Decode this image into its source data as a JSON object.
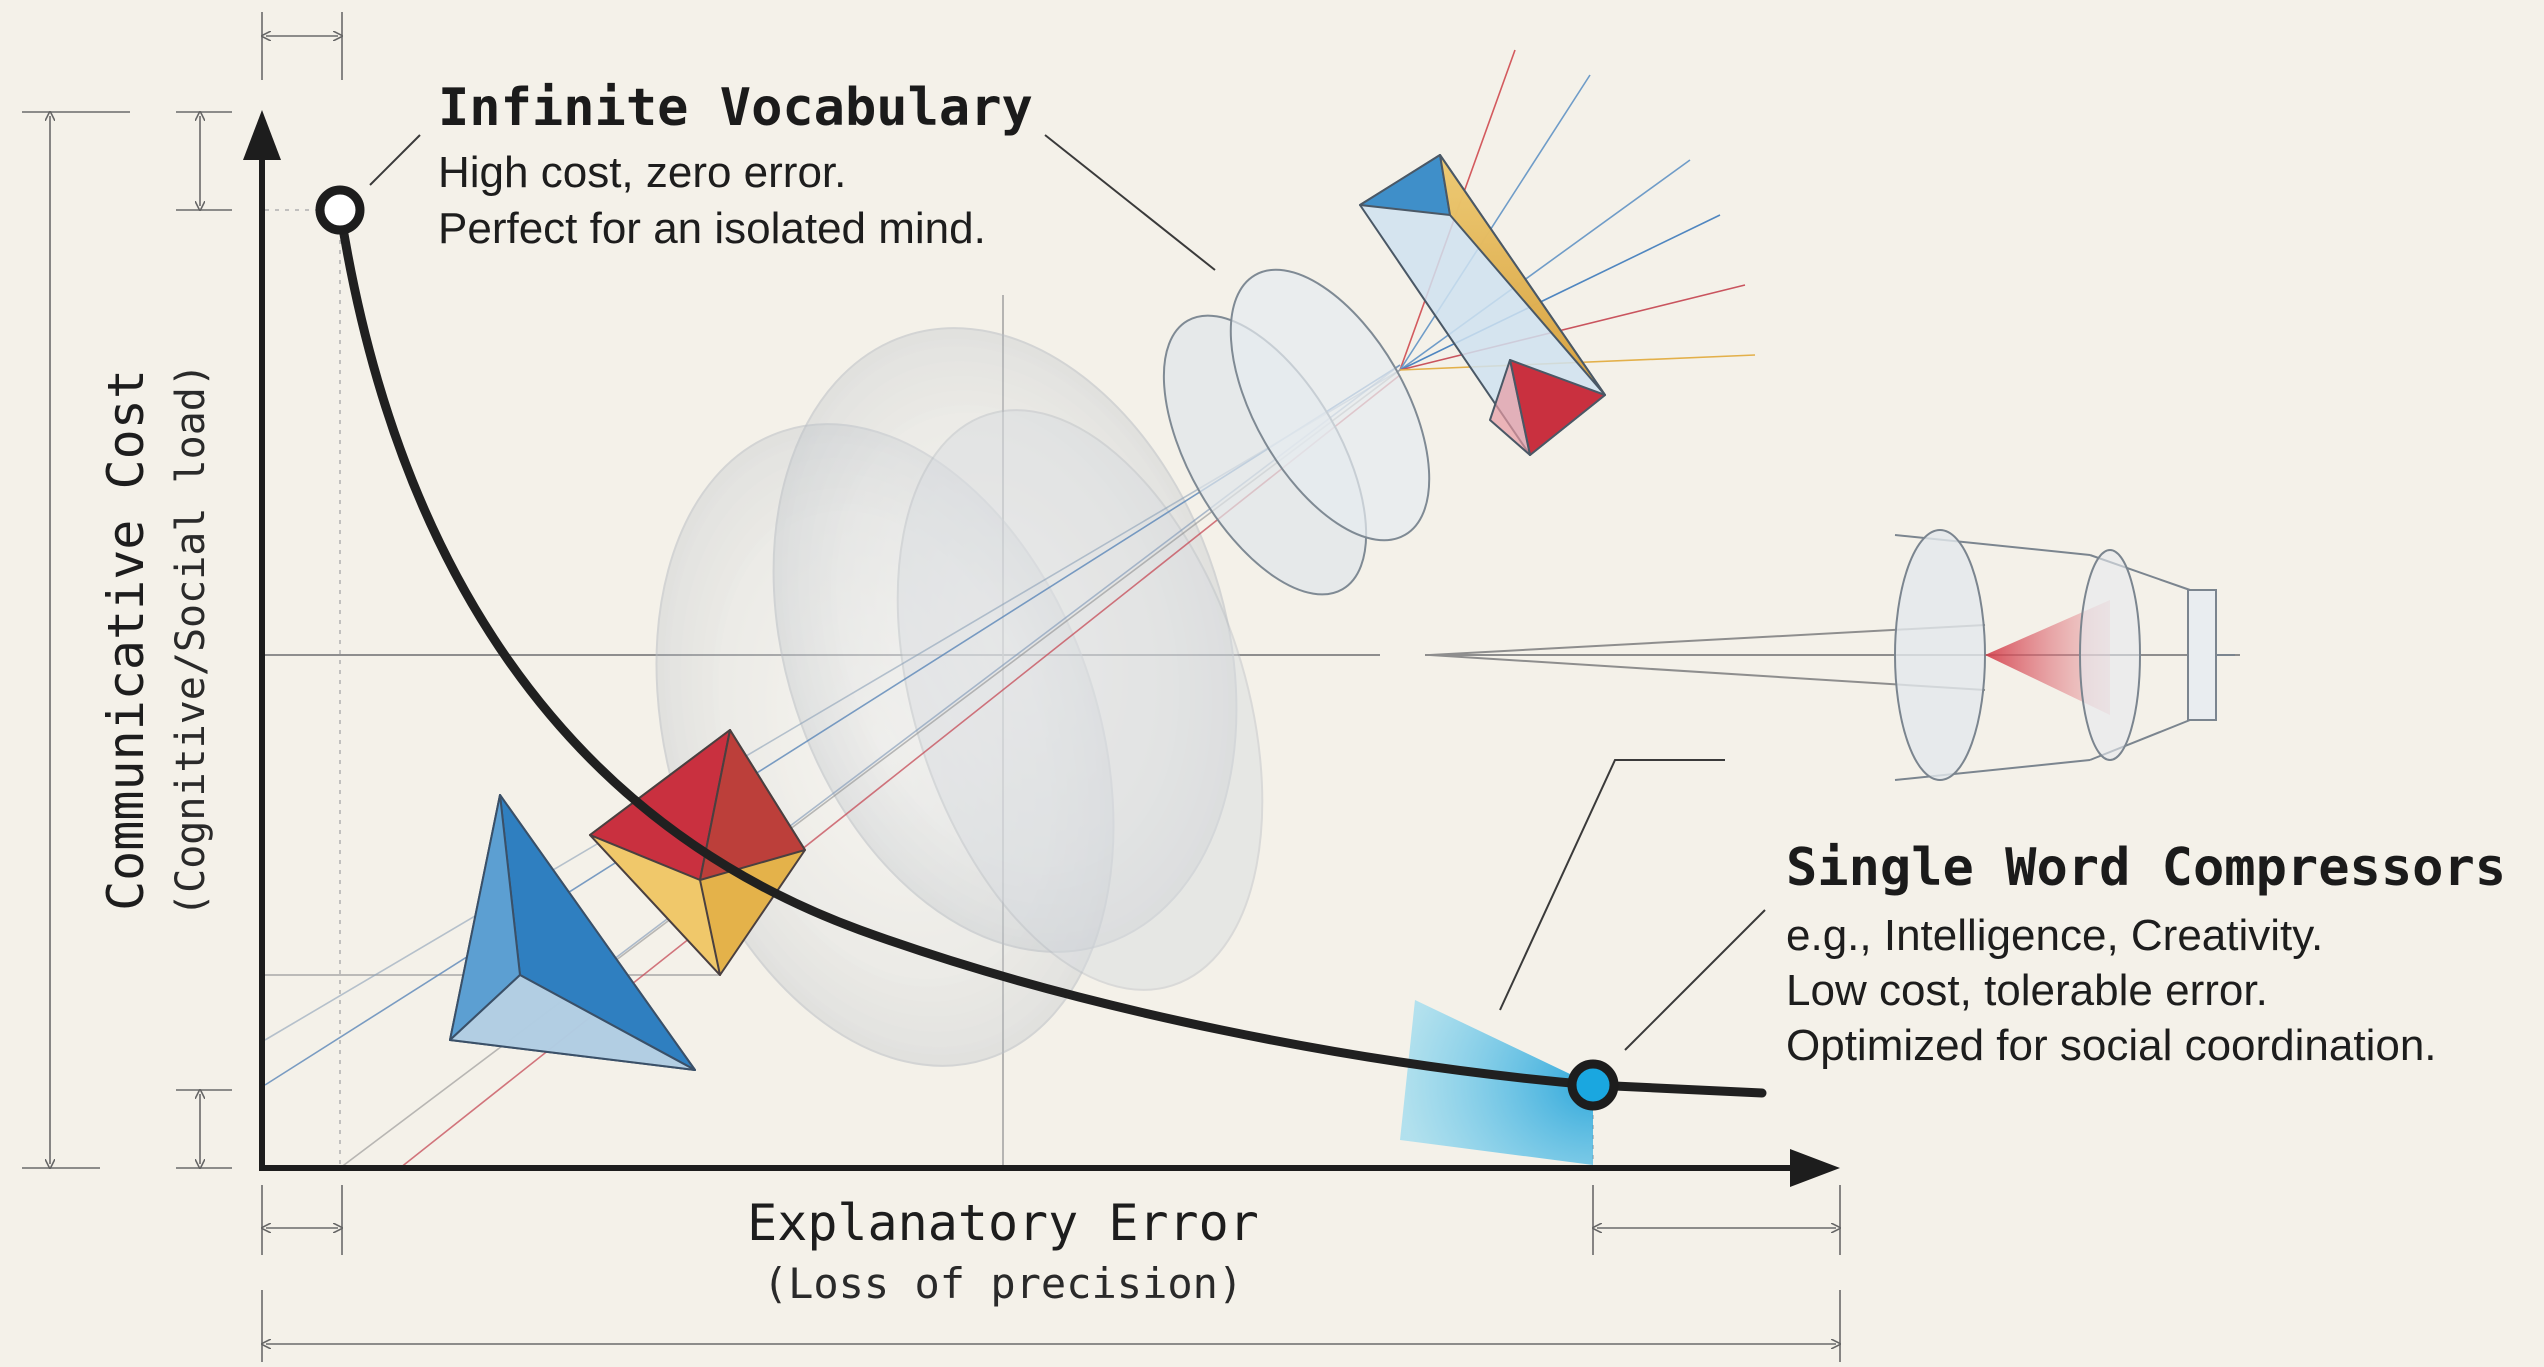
{
  "axes": {
    "x_title": "Explanatory Error",
    "x_subtitle": "(Loss of precision)",
    "y_title": "Communicative Cost",
    "y_subtitle": "(Cognitive/Social load)"
  },
  "annotations": {
    "infinite_vocabulary": {
      "title": "Infinite Vocabulary",
      "line1": "High cost, zero error.",
      "line2": "Perfect for an isolated mind."
    },
    "single_word": {
      "title": "Single Word Compressors",
      "line1": "e.g., Intelligence, Creativity.",
      "line2": "Low cost, tolerable error.",
      "line3": "Optimized for social coordination."
    }
  },
  "colors": {
    "background": "#f4f1e9",
    "curve": "#202020",
    "prism_blue": "#3b8fc8",
    "prism_red": "#c9303f",
    "prism_yellow": "#e4b24a",
    "highlight_cyan": "#19a7e0"
  }
}
